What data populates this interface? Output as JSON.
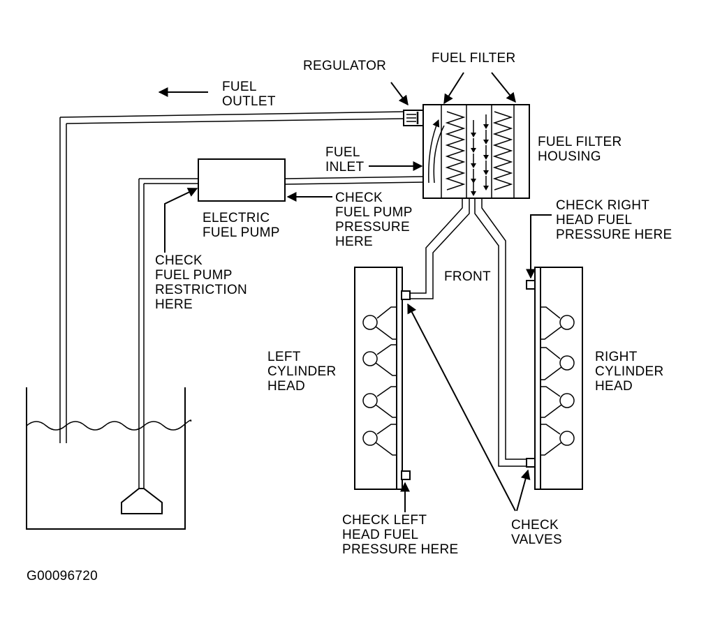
{
  "labels": {
    "regulator": "REGULATOR",
    "fuel_filter": "FUEL FILTER",
    "fuel_outlet": "FUEL\nOUTLET",
    "fuel_filter_housing": "FUEL FILTER\nHOUSING",
    "fuel_inlet": "FUEL\nINLET",
    "electric_fuel_pump": "ELECTRIC\nFUEL PUMP",
    "check_fuel_pump_pressure": "CHECK\nFUEL PUMP\nPRESSURE\nHERE",
    "check_fuel_pump_restriction": "CHECK\nFUEL PUMP\nRESTRICTION\nHERE",
    "check_right_head_pressure": "CHECK RIGHT\nHEAD FUEL\nPRESSURE HERE",
    "front": "FRONT",
    "left_cylinder_head": "LEFT\nCYLINDER\nHEAD",
    "right_cylinder_head": "RIGHT\nCYLINDER\nHEAD",
    "check_left_head_pressure": "CHECK LEFT\nHEAD FUEL\nPRESSURE HERE",
    "check_valves": "CHECK\nVALVES",
    "figure_id": "G00096720"
  },
  "colors": {
    "ink": "#000000",
    "paper": "#ffffff"
  }
}
